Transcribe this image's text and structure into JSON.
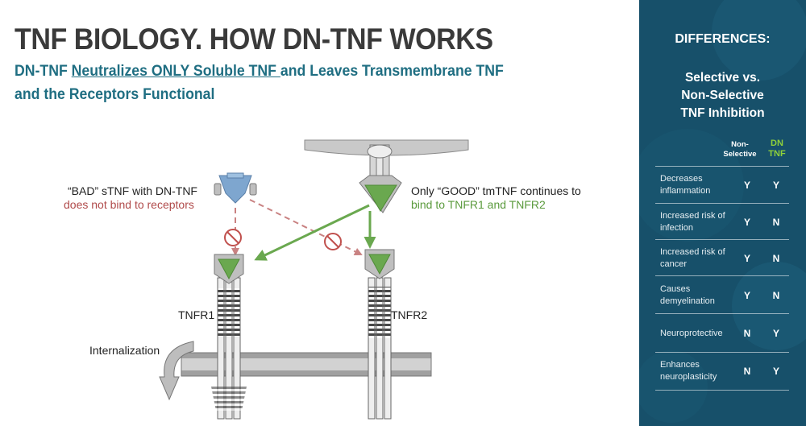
{
  "slide": {
    "title": "TNF BIOLOGY.  HOW DN-TNF WORKS",
    "subtitle_part1": "DN-TNF ",
    "subtitle_underlined": "Neutralizes ONLY Soluble TNF ",
    "subtitle_part2": "and Leaves Transmembrane TNF and the Receptors Functional"
  },
  "diagram": {
    "bad_label_line1": "“BAD” sTNF with DN-TNF",
    "bad_label_line2": "does not bind to receptors",
    "good_label_line1": "Only “GOOD” tmTNF continues to",
    "good_label_line2": "bind to TNFR1 and TNFR2",
    "tnfr1_label": "TNFR1",
    "tnfr2_label": "TNFR2",
    "internalization_label": "Internalization",
    "colors": {
      "green": "#6aa84f",
      "blue": "#7ea6cf",
      "red": "#c0504d",
      "membrane": "#8a8a8a"
    },
    "icons": [
      "no-entry-icon",
      "arrow-icon",
      "curved-arrow-icon"
    ]
  },
  "panel": {
    "heading": "DIFFERENCES:",
    "subheading_line1": "Selective vs.",
    "subheading_line2": "Non-Selective",
    "subheading_line3": "TNF Inhibition",
    "col_nonselective_line1": "Non-",
    "col_nonselective_line2": "Selective",
    "col_dn_line1": "DN",
    "col_dn_line2": "TNF",
    "rows": [
      {
        "label": "Decreases inflammation",
        "non_selective": "Y",
        "dn_tnf": "Y"
      },
      {
        "label": "Increased risk of infection",
        "non_selective": "Y",
        "dn_tnf": "N"
      },
      {
        "label": "Increased risk of cancer",
        "non_selective": "Y",
        "dn_tnf": "N"
      },
      {
        "label": "Causes demyelination",
        "non_selective": "Y",
        "dn_tnf": "N"
      },
      {
        "label": "Neuroprotective",
        "non_selective": "N",
        "dn_tnf": "Y"
      },
      {
        "label": "Enhances neuroplasticity",
        "non_selective": "N",
        "dn_tnf": "Y"
      }
    ],
    "colors": {
      "background": "#17506a",
      "dn_header": "#8fd13b"
    }
  }
}
